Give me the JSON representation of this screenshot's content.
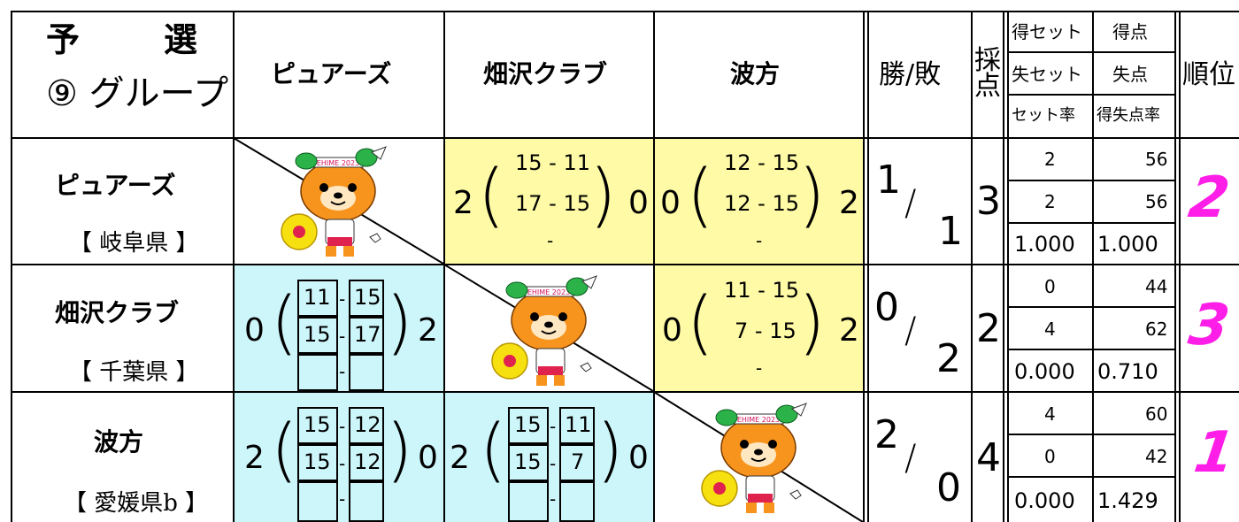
{
  "header": {
    "group_title_1": "予",
    "group_title_2": "選",
    "group_label": "⑨ グループ",
    "col_team1": "ピュアーズ",
    "col_team2": "畑沢クラブ",
    "col_team3": "波方",
    "col_winloss": "勝/敗",
    "col_points": "採点",
    "stat_set_won": "得セット",
    "stat_set_lost": "失セット",
    "stat_set_rate": "セット率",
    "stat_pts_won": "得点",
    "stat_pts_lost": "失点",
    "stat_pts_rate": "得失点率",
    "col_rank": "順位"
  },
  "mascot": {
    "banner": "EHIME 2023"
  },
  "rows": [
    {
      "team": "ピュアーズ",
      "pref": "【 岐阜県 】",
      "vs2": {
        "left": "2",
        "s1": "15 - 11",
        "s2": "17 - 15",
        "s3": "-",
        "right": "0"
      },
      "vs3": {
        "left": "0",
        "s1": "12 - 15",
        "s2": "12 - 15",
        "s3": "-",
        "right": "2"
      },
      "win": "1",
      "loss": "1",
      "points": "3",
      "set_won": "2",
      "set_lost": "2",
      "set_rate": "1.000",
      "pts_won": "56",
      "pts_lost": "56",
      "pts_rate": "1.000",
      "rank": "2"
    },
    {
      "team": "畑沢クラブ",
      "pref": "【 千葉県 】",
      "vs1": {
        "left": "0",
        "a1": "11",
        "b1": "15",
        "a2": "15",
        "b2": "17",
        "dash": "-",
        "right": "2"
      },
      "vs3": {
        "left": "0",
        "s1": "11 - 15",
        "s2": "7 - 15",
        "s3": "-",
        "right": "2"
      },
      "win": "0",
      "loss": "2",
      "points": "2",
      "set_won": "0",
      "set_lost": "4",
      "set_rate": "0.000",
      "pts_won": "44",
      "pts_lost": "62",
      "pts_rate": "0.710",
      "rank": "3"
    },
    {
      "team": "波方",
      "pref": "【 愛媛県b 】",
      "vs1": {
        "left": "2",
        "a1": "15",
        "b1": "12",
        "a2": "15",
        "b2": "12",
        "dash": "-",
        "right": "0"
      },
      "vs2": {
        "left": "2",
        "a1": "15",
        "b1": "11",
        "a2": "15",
        "b2": "7",
        "dash": "-",
        "right": "0"
      },
      "win": "2",
      "loss": "0",
      "points": "4",
      "set_won": "4",
      "set_lost": "0",
      "set_rate": "0.000",
      "pts_won": "60",
      "pts_lost": "42",
      "pts_rate": "1.429",
      "rank": "1"
    }
  ]
}
